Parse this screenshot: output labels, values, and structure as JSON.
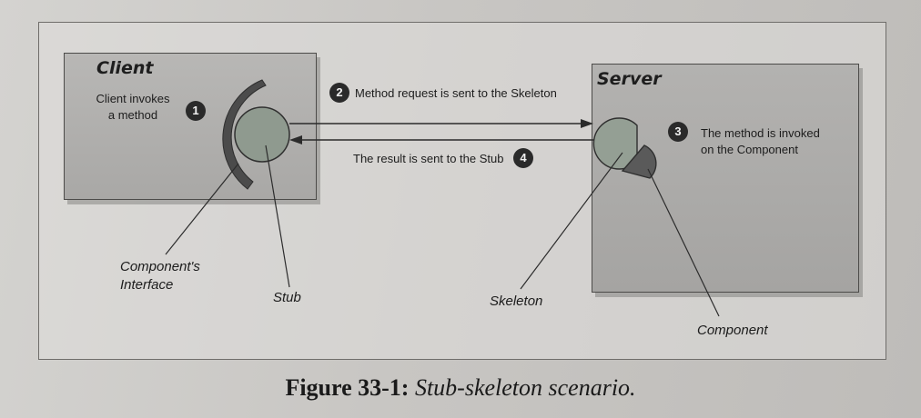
{
  "figure": {
    "client": {
      "title": "Client",
      "step1_line1": "Client invokes",
      "step1_line2": "a method",
      "step1_num": "1"
    },
    "server": {
      "title": "Server",
      "step3_line1": "The method is invoked",
      "step3_line2": "on the Component",
      "step3_num": "3"
    },
    "request": {
      "num": "2",
      "text": "Method request is sent to the Skeleton"
    },
    "result": {
      "text": "The result is sent to the Stub",
      "num": "4"
    },
    "callouts": {
      "interface_line1": "Component's",
      "interface_line2": "Interface",
      "stub": "Stub",
      "skeleton": "Skeleton",
      "component": "Component"
    }
  },
  "caption": {
    "number": "Figure 33-1:",
    "title": "Stub-skeleton scenario."
  }
}
